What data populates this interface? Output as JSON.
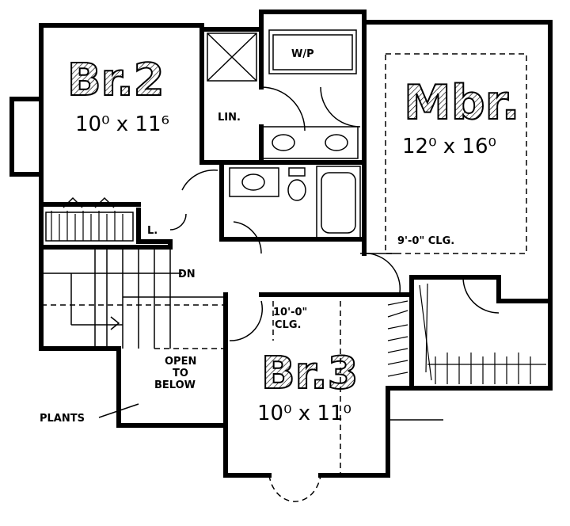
{
  "rooms": {
    "br2": {
      "name": "Br.2",
      "size": "10⁰ x 11⁶"
    },
    "mbr": {
      "name": "Mbr.",
      "size": "12⁰ x 16⁰",
      "ceiling": "9'-0\" CLG."
    },
    "br3": {
      "name": "Br.3",
      "size": "10⁰ x 11⁰",
      "ceiling_line1": "10'-0\"",
      "ceiling_line2": "CLG."
    }
  },
  "labels": {
    "wp": "W/P",
    "lin": "LIN.",
    "linen": "L.",
    "down": "DN",
    "open1": "OPEN",
    "open2": "TO",
    "open3": "BELOW",
    "plants": "PLANTS"
  }
}
